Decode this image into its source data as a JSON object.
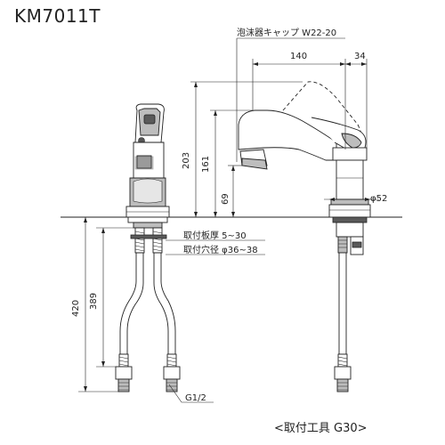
{
  "title": "KM7011T",
  "tool_note": "<取付工具 G30>",
  "labels": {
    "aerator": "泡沫器キャップ W22-20",
    "plate_thickness": "取付板厚 5~30",
    "hole_diameter": "取付穴径 φ36~38",
    "thread": "G1/2",
    "base_diameter": "φ52"
  },
  "dimensions": {
    "d140": "140",
    "d34": "34",
    "d203": "203",
    "d161": "161",
    "d69": "69",
    "d420": "420",
    "d389": "389"
  }
}
